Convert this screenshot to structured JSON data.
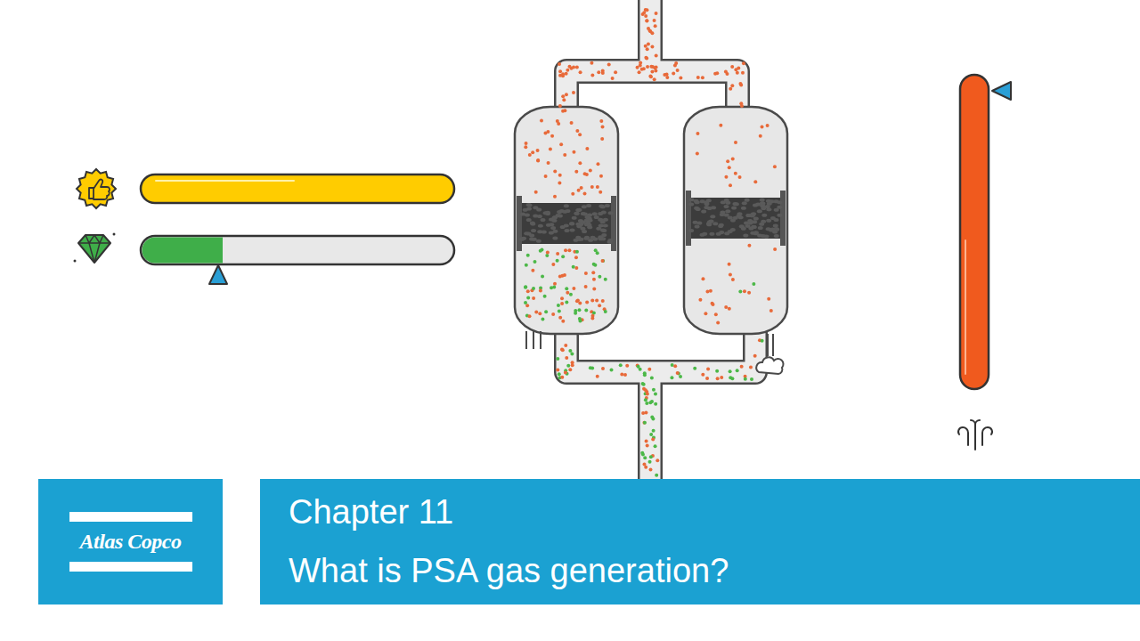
{
  "diagram": {
    "nodes": [
      {
        "text": [
          "Atlas Copco"
        ]
      },
      {
        "text": [
          "Chapter 11",
          "What is PSA gas generation?"
        ]
      }
    ]
  }
}
